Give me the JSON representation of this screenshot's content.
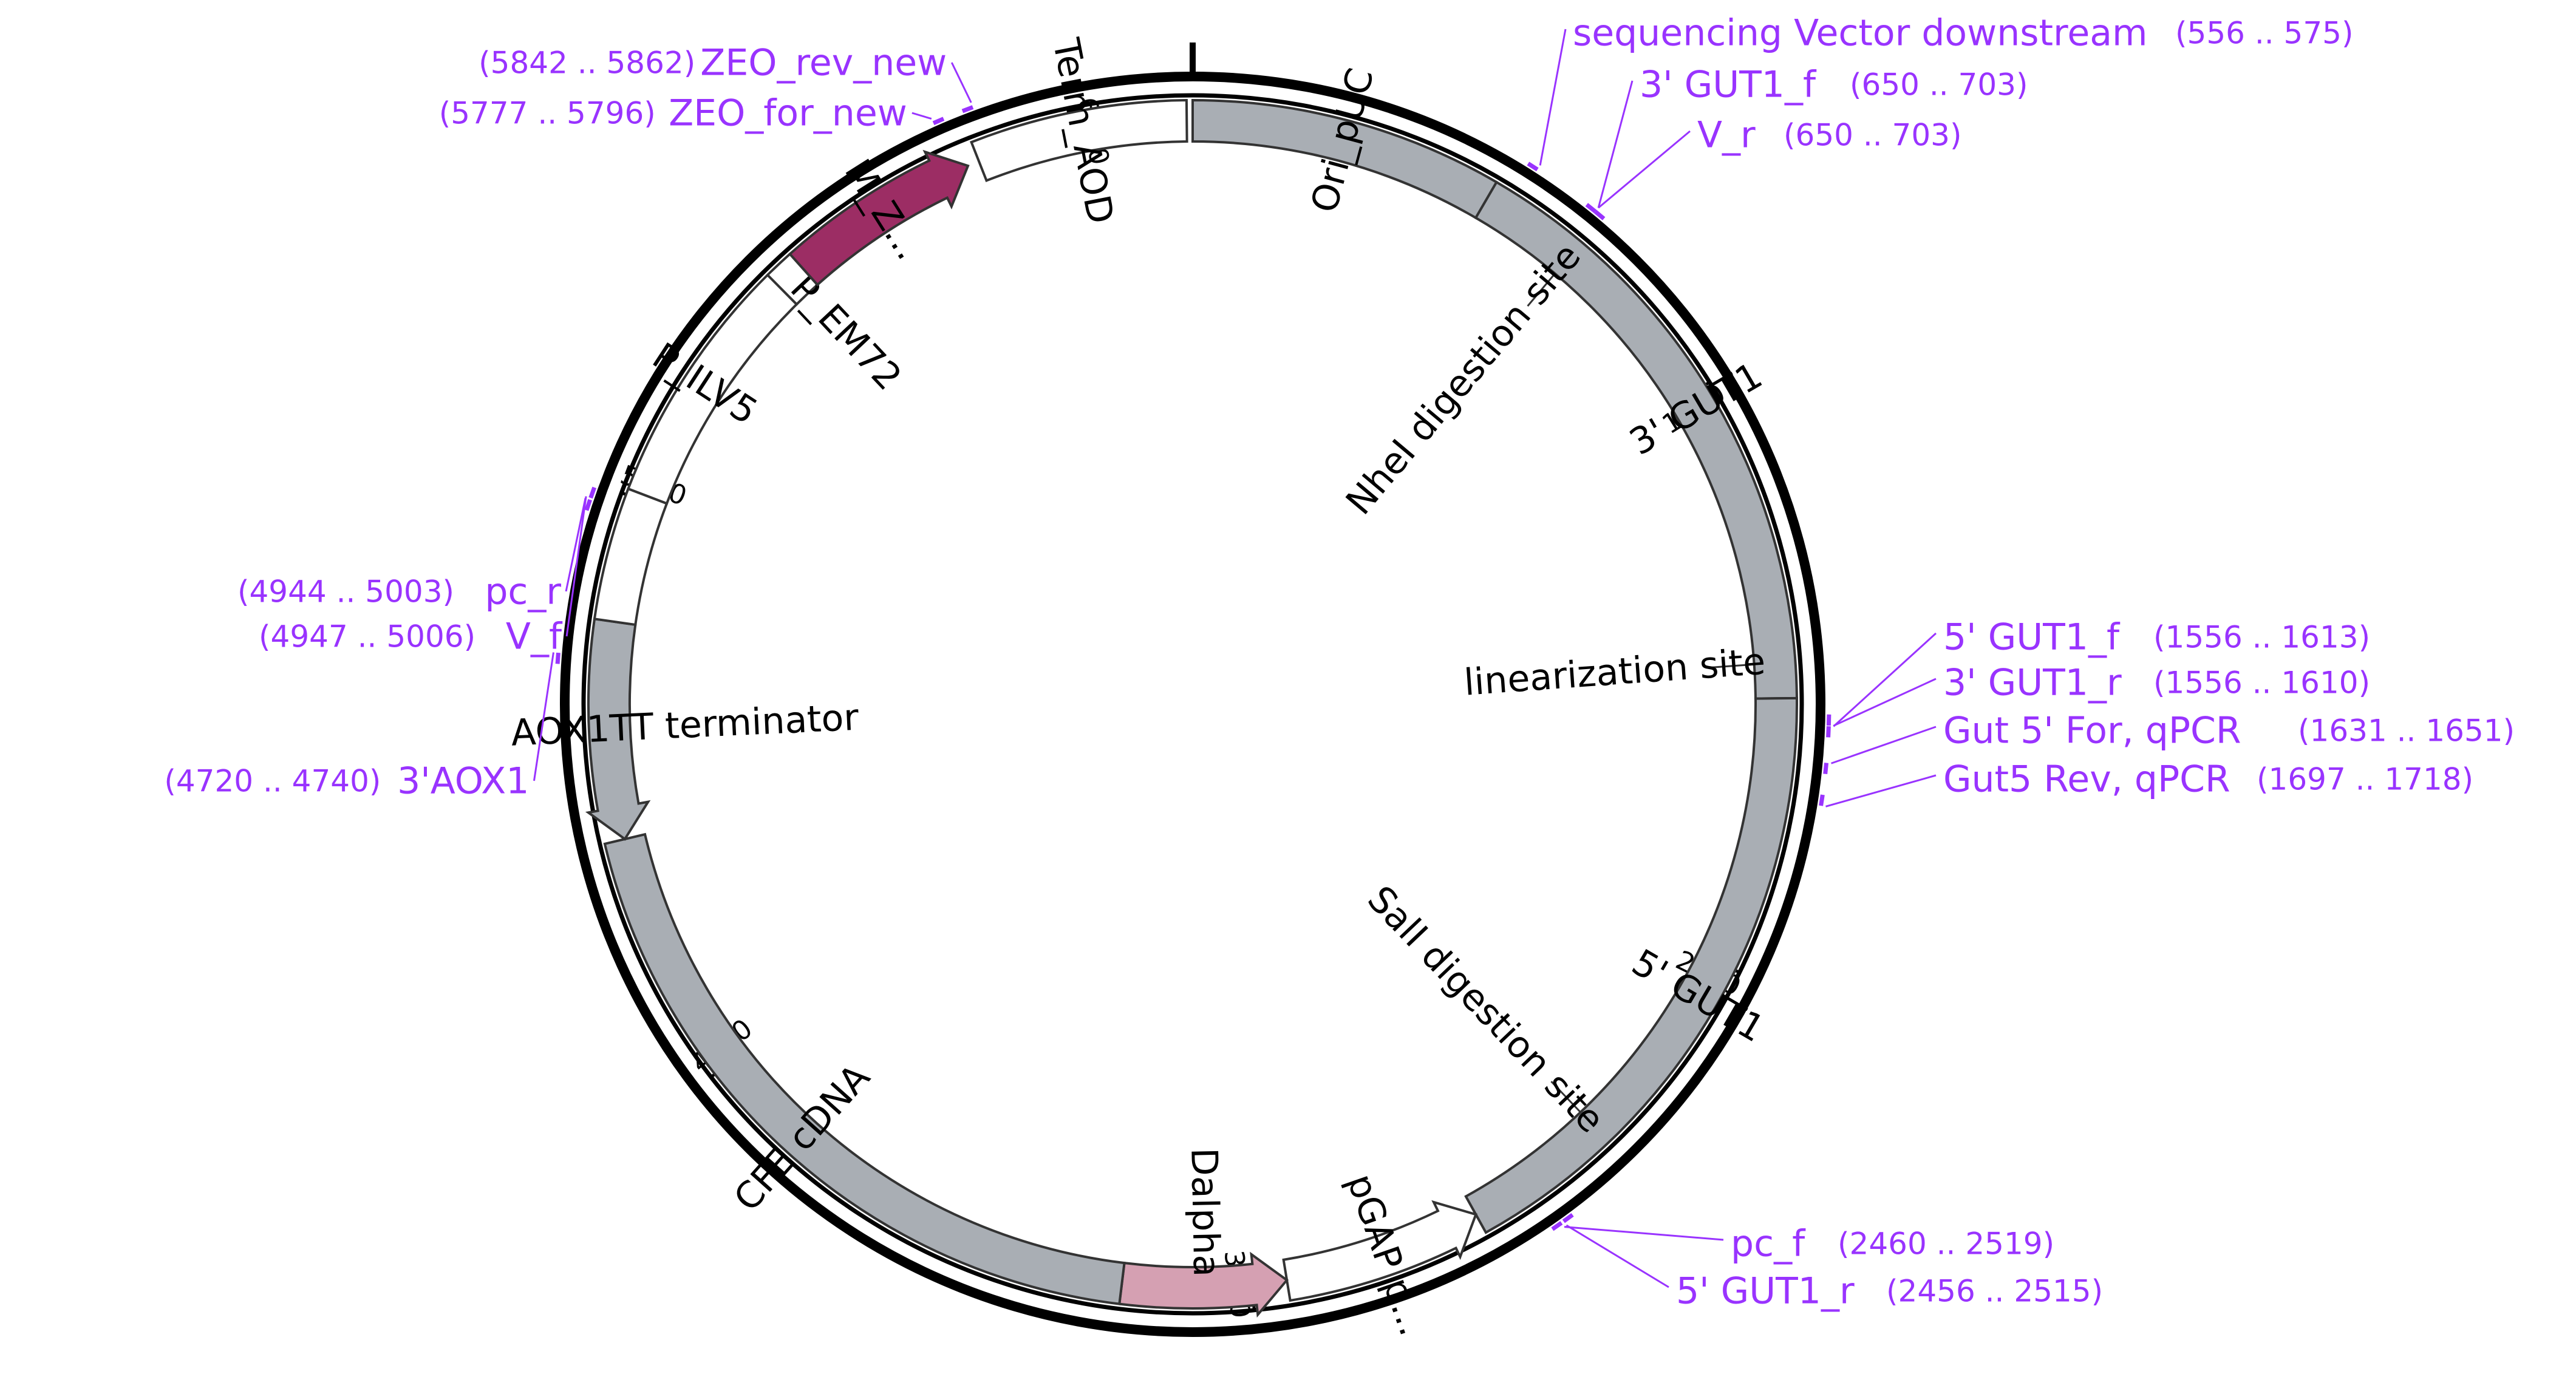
{
  "plasmid": {
    "length": 6200,
    "colors": {
      "backbone": "#000000",
      "gray_feature": "#a9aeb4",
      "magenta_feature": "#9c2d64",
      "pink_feature": "#d5a0b2",
      "outline": "#333333",
      "primer": "#9933ff"
    },
    "features": [
      {
        "id": "ori-puc",
        "label": "Ori_pUC",
        "start": 0,
        "end": 520,
        "kind": "box",
        "fill": "gray",
        "label_mode": "inside"
      },
      {
        "id": "gut1-3",
        "label": "3' GUT1",
        "start": 520,
        "end": 1540,
        "kind": "box",
        "fill": "gray",
        "label_mode": "inside"
      },
      {
        "id": "gut1-5",
        "label": "5' GUT1",
        "start": 1540,
        "end": 2600,
        "kind": "box",
        "fill": "gray",
        "label_mode": "inside"
      },
      {
        "id": "pgap",
        "label": "pGAP p...",
        "start": 2600,
        "end": 2940,
        "kind": "arrow-ccw",
        "fill": "white",
        "label_mode": "inside"
      },
      {
        "id": "dalpha",
        "label": "Dalpha",
        "start": 2940,
        "end": 3220,
        "kind": "arrow-ccw",
        "fill": "pink",
        "label_mode": "inside-out"
      },
      {
        "id": "cfe-cdna",
        "label": "CFE cDNA",
        "start": 3220,
        "end": 4420,
        "kind": "box",
        "fill": "gray",
        "label_mode": "inside"
      },
      {
        "id": "aox1tt",
        "label": "AOX1TT terminator",
        "start": 4420,
        "end": 4790,
        "kind": "arrow-ccw",
        "fill": "gray",
        "label_mode": "inside-out"
      },
      {
        "id": "blank-small",
        "label": "",
        "start": 4790,
        "end": 5010,
        "kind": "box",
        "fill": "white",
        "label_mode": "none"
      },
      {
        "id": "p-ilv5",
        "label": "P_ILV5",
        "start": 5010,
        "end": 5430,
        "kind": "box",
        "fill": "white",
        "label_mode": "inside"
      },
      {
        "id": "p-em72",
        "label": "P_EM72",
        "start": 5430,
        "end": 5480,
        "kind": "box",
        "fill": "white",
        "label_mode": "inside-out"
      },
      {
        "id": "m-z",
        "label": "M_Z...",
        "start": 5480,
        "end": 5810,
        "kind": "arrow-cw",
        "fill": "magenta",
        "label_mode": "inside"
      },
      {
        "id": "term-aod",
        "label": "Term_AOD",
        "start": 5830,
        "end": 6190,
        "kind": "box",
        "fill": "white",
        "label_mode": "inside"
      }
    ],
    "sites": [
      {
        "id": "nhei",
        "label": "NheI digestion site",
        "position": 690
      },
      {
        "id": "linearization",
        "label": "linearization site",
        "position": 1480
      },
      {
        "id": "sali",
        "label": "SalI digestion site",
        "position": 2350
      }
    ],
    "ticks": [
      {
        "value": 1000,
        "label": "1000"
      },
      {
        "value": 2000,
        "label": "2000"
      },
      {
        "value": 3000,
        "label": "3000"
      },
      {
        "value": 4000,
        "label": "4000"
      },
      {
        "value": 5000,
        "label": "5000"
      },
      {
        "value": 6000,
        "label": "6000"
      }
    ],
    "primers": [
      {
        "id": "seq-vector-down",
        "name": "sequencing Vector downstream",
        "range": "(556 .. 575)",
        "position": 565,
        "direction": "rev",
        "side": "right",
        "order": 0
      },
      {
        "id": "gut1-3-f",
        "name": "3' GUT1_f",
        "range": "(650 .. 703)",
        "position": 676,
        "direction": "fwd",
        "side": "right",
        "order": 1
      },
      {
        "id": "v-r",
        "name": "V_r",
        "range": "(650 .. 703)",
        "position": 676,
        "direction": "rev",
        "side": "right",
        "order": 2
      },
      {
        "id": "gut1-5-f",
        "name": "5' GUT1_f",
        "range": "(1556 .. 1613)",
        "position": 1584,
        "direction": "fwd",
        "side": "right",
        "order": 3
      },
      {
        "id": "gut1-3-r",
        "name": "3' GUT1_r",
        "range": "(1556 .. 1610)",
        "position": 1583,
        "direction": "rev",
        "side": "right",
        "order": 4
      },
      {
        "id": "gut5-for-qpcr",
        "name": "Gut 5' For, qPCR",
        "range": "(1631 .. 1651)",
        "position": 1641,
        "direction": "fwd",
        "side": "right",
        "order": 5
      },
      {
        "id": "gut5-rev-qpcr",
        "name": "Gut5 Rev, qPCR",
        "range": "(1697 .. 1718)",
        "position": 1708,
        "direction": "rev",
        "side": "right",
        "order": 6
      },
      {
        "id": "pc-f",
        "name": "pc_f",
        "range": "(2460 .. 2519)",
        "position": 2490,
        "direction": "fwd",
        "side": "right",
        "order": 7
      },
      {
        "id": "gut1-5-r",
        "name": "5' GUT1_r",
        "range": "(2456 .. 2515)",
        "position": 2486,
        "direction": "rev",
        "side": "right",
        "order": 8
      },
      {
        "id": "aox1-3",
        "name": "3'AOX1",
        "range": "(4720 .. 4740)",
        "position": 4730,
        "direction": "rev",
        "side": "left",
        "order": 9
      },
      {
        "id": "v-f",
        "name": "V_f",
        "range": "(4947 .. 5006)",
        "position": 4976,
        "direction": "fwd",
        "side": "left",
        "order": 10
      },
      {
        "id": "pc-r",
        "name": "pc_r",
        "range": "(4944 .. 5003)",
        "position": 4973,
        "direction": "rev",
        "side": "left",
        "order": 11
      },
      {
        "id": "zeo-for-new",
        "name": "ZEO_for_new",
        "range": "(5777 .. 5796)",
        "position": 5786,
        "direction": "fwd",
        "side": "left",
        "order": 12
      },
      {
        "id": "zeo-rev-new",
        "name": "ZEO_rev_new",
        "range": "(5842 .. 5862)",
        "position": 5852,
        "direction": "rev",
        "side": "left",
        "order": 13
      }
    ]
  }
}
